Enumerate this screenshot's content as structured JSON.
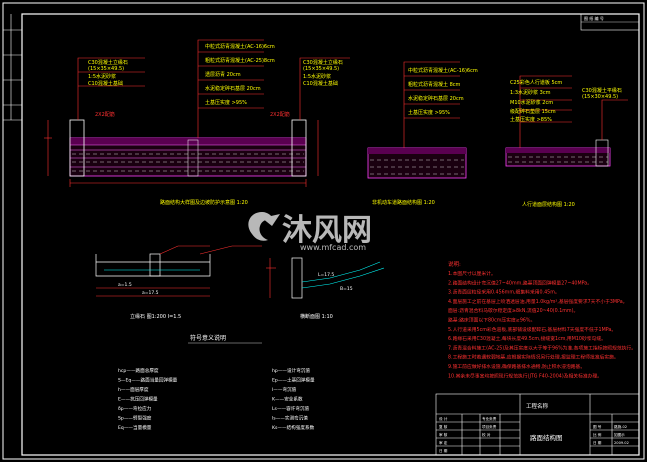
{
  "drawing": {
    "title_block": {
      "project_label": "工程名称",
      "drawing_name": "路面结构图",
      "sign_labels": [
        "设 计",
        "复 核",
        "审 核",
        "审 定",
        "日 期"
      ],
      "sign_labels_2": [
        "专业负责",
        "项目负责",
        "校 对"
      ],
      "meta_left": [
        "图 号",
        "比 例",
        "日 期"
      ],
      "meta_right": [
        "路施-02",
        "如图示",
        "2009.02"
      ]
    },
    "top_right_code": "图 纸 编 号",
    "section_titles": {
      "main": "路面结构大样图及边坡防护示意图 1:20",
      "middle": "非机动车道路面结构图 1:20",
      "right": "人行道面层结构图 1:20",
      "curb": "立缘石 图1:200 I=1.5",
      "drain": "横断面图 1:10",
      "legend": "符号意义说明"
    },
    "main_layers": [
      "中粒式沥青混凝土(AC-16)6cm",
      "粗粒式沥青混凝土(AC-25)8cm",
      "透层沥青 20cm",
      "水泥稳定碎石基层 20cm",
      "土基压实度 >95%"
    ],
    "left_curb_notes": [
      "C30混凝土立缘石",
      "(15×35×49.5)",
      "1:5水泥砂浆",
      "C10混凝土基础"
    ],
    "mid_curb_notes": [
      "C30混凝土立缘石",
      "(15×35×49.5)",
      "1:5水泥砂浆",
      "C10混凝土基础"
    ],
    "middle_layers": [
      "中粒式沥青混凝土(AC-16)6cm",
      "粗粒式沥青混凝土 8cm",
      "水泥稳定碎石基层 20cm",
      "土基压实度 >95%"
    ],
    "right_layers": [
      "C25彩色人行道板 5cm",
      "1:3水泥砂浆 3cm",
      "M10水泥砂浆 2cm",
      "级配碎石垫层 15cm",
      "土基压实度 >85%"
    ],
    "right_curb_note": [
      "C30混凝土平缘石",
      "(15×30×49.5)"
    ],
    "dims": [
      "2X2配筋",
      "2X2配筋",
      "a=1.5",
      "a=17.5",
      "L=17.5",
      "B=15"
    ],
    "notes": {
      "heading": "说明:",
      "lines": [
        "1.本图尺寸以厘米计。",
        "2.路面结构设计弯沉值27~40mm,路基顶面回弹模量27~40MPa。",
        "3.沥青面层粒径采用0.456mm,细集料采用0.45m。",
        "4.面层施工之前在基层上喷洒透层油,用量1.0kg/m²,基层强度要求7天不小于3MPa。",
        "  面层:沥青混合料马歇尔稳定度≥8kN,流值20~40(0.1mm)。",
        "  路基:路床顶面以下80cm压实度≥96%。",
        "5.人行道采用5cm彩色道板,底部铺设级配碎石,基层材料7天强度不低于1MPa。",
        "6.路缘石采用C30混凝土,每块长度49.5cm,接缝宽1cm,用M10砂浆勾缝。",
        "7.沥青混合料施工(AC-25)及其压实度以大于等于96%为准,各项施工指标按照规范执行。",
        "8.工程施工时若遇软弱地基,应根据实际情况另行处理,报监理工程师批准后实施。",
        "9.施工前应做好排水设施,确保路基排水通畅,防止积水浸泡路基。",
        "10.其余未尽事宜均按照现行规范执行(JTG F40-2004)及相关标准办理。"
      ]
    },
    "legend_items_left": [
      "hcp——路面总厚度",
      "S—Eq——路面当量回弹模量",
      "h——面层厚度",
      "E——抗压回弹模量",
      "δp——弯拉应力",
      "Sp——劈裂强度",
      "Eq——当量模量"
    ],
    "legend_items_right": [
      "hp——设计弯沉值",
      "Ep——土基回弹模量",
      "l——弯沉值",
      "K——安全系数",
      "Ls——容许弯沉值",
      "ls——实测弯沉值",
      "Ks——结构强度系数"
    ],
    "watermark": {
      "cn": "沐风网",
      "url": "www.mfcad.com"
    },
    "palette": {
      "frame": "#ffffff",
      "leader": "#ff3030",
      "text": "#ffff00",
      "hatch": "#ff40ff",
      "pipe": "#00ffff"
    }
  }
}
